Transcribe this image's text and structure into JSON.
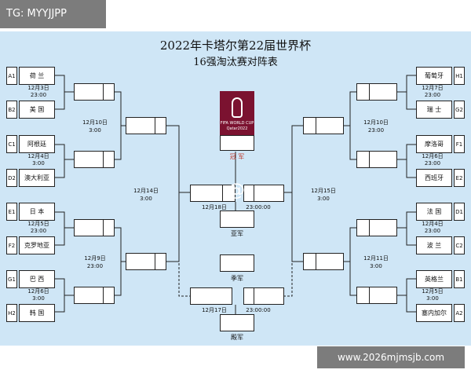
{
  "watermark_top": "TG: MYYJJPP",
  "watermark_bottom": "www.2026mjmsjb.com",
  "title": "2022年卡塔尔第22届世界杯",
  "subtitle": "16强淘汰赛对阵表",
  "logo_text_1": "FIFA WORLD CUP",
  "logo_text_2": "Qatar2022",
  "logo_mark": "@",
  "left_teams": [
    {
      "seed": "A1",
      "name": "荷 兰"
    },
    {
      "seed": "B2",
      "name": "美 国"
    },
    {
      "seed": "C1",
      "name": "阿根廷"
    },
    {
      "seed": "D2",
      "name": "澳大利亚"
    },
    {
      "seed": "E1",
      "name": "日 本"
    },
    {
      "seed": "F2",
      "name": "克罗地亚"
    },
    {
      "seed": "G1",
      "name": "巴 西"
    },
    {
      "seed": "H2",
      "name": "韩 国"
    }
  ],
  "right_teams": [
    {
      "seed": "H1",
      "name": "葡萄牙"
    },
    {
      "seed": "G2",
      "name": "瑞 士"
    },
    {
      "seed": "F1",
      "name": "摩洛哥"
    },
    {
      "seed": "E2",
      "name": "西班牙"
    },
    {
      "seed": "D1",
      "name": "法 国"
    },
    {
      "seed": "C2",
      "name": "波 兰"
    },
    {
      "seed": "B1",
      "name": "英格兰"
    },
    {
      "seed": "A2",
      "name": "塞内加尔"
    }
  ],
  "r16_left": [
    {
      "date": "12月3日",
      "time": "23:00"
    },
    {
      "date": "12月4日",
      "time": "3:00"
    },
    {
      "date": "12月5日",
      "time": "23:00"
    },
    {
      "date": "12月6日",
      "time": "3:00"
    }
  ],
  "r16_right": [
    {
      "date": "12月7日",
      "time": "23:00"
    },
    {
      "date": "12月6日",
      "time": "23:00"
    },
    {
      "date": "12月4日",
      "time": "23:00"
    },
    {
      "date": "12月5日",
      "time": "3:00"
    }
  ],
  "qf_left": [
    {
      "date": "12月10日",
      "time": "3:00"
    },
    {
      "date": "12月9日",
      "time": "23:00"
    }
  ],
  "qf_right": [
    {
      "date": "12月10日",
      "time": "23:00"
    },
    {
      "date": "12月11日",
      "time": "3:00"
    }
  ],
  "sf_left": {
    "date": "12月14日",
    "time": "3:00"
  },
  "sf_right": {
    "date": "12月15日",
    "time": "3:00"
  },
  "final": {
    "date": "12月18日",
    "time": "23:00:00"
  },
  "third": {
    "date": "12月17日",
    "time": "23:00:00"
  },
  "places": {
    "champion": "冠 军",
    "runner_up": "亚军",
    "second": "季军",
    "fourth": "殿军"
  }
}
